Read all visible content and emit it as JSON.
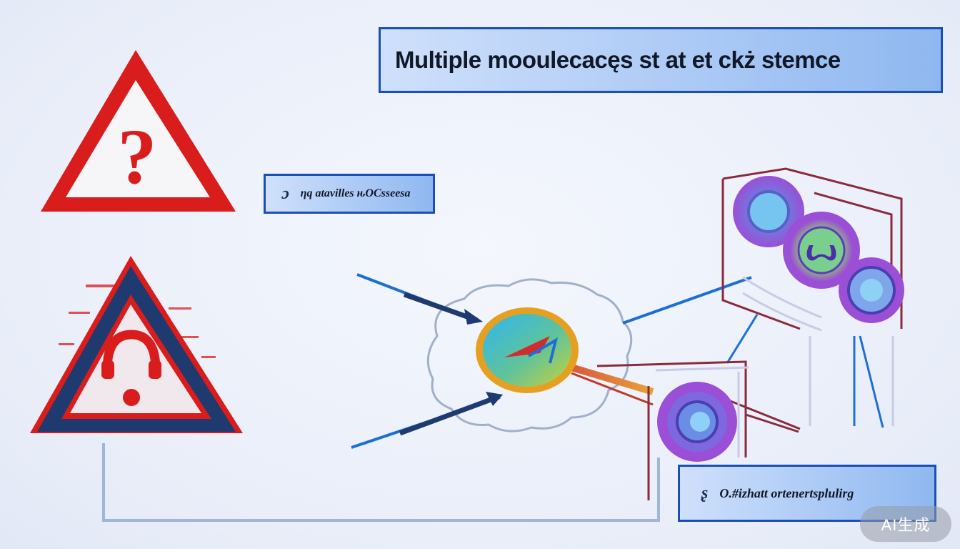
{
  "title": "Multiple mooulecacęs st at et ckż stemce",
  "label_top": {
    "glyph": "ɔ",
    "text": "ηq atavilles ԋOCsseesa"
  },
  "label_bottom": {
    "glyph": "ʂ",
    "text": "O.#izhatt ortenertsplulirg"
  },
  "warning_top": {
    "glyph": "?",
    "color": "#d91c1c"
  },
  "warning_bottom": {
    "color": "#1e3a6e",
    "accent": "#d91c1c"
  },
  "center_node": {
    "glyph": "➶"
  },
  "module_nodes": [
    {
      "glyph": ""
    },
    {
      "glyph": "ꙍ"
    },
    {
      "glyph": ""
    },
    {
      "glyph": ""
    }
  ],
  "watermark": "AI生成"
}
